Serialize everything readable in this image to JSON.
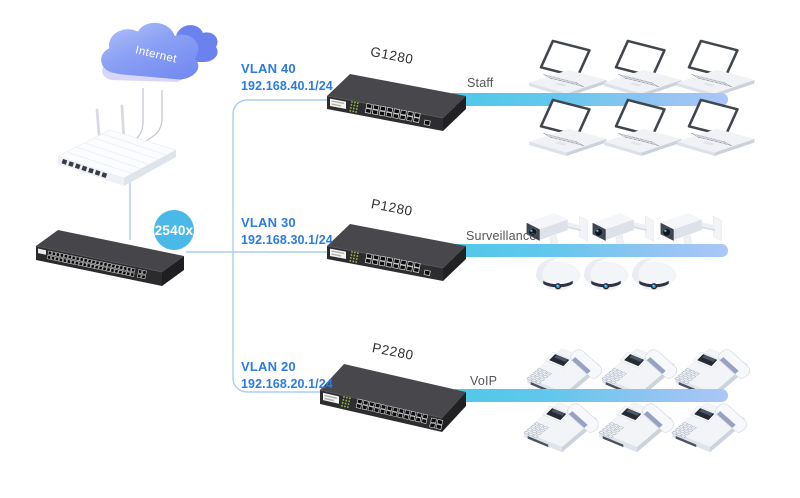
{
  "internet": {
    "label": "Internet"
  },
  "core_switch": {
    "badge": "2540x"
  },
  "branches": [
    {
      "vlan_label": "VLAN 40",
      "gateway": "192.168.40.1/24",
      "switch_model": "G1280",
      "group_label": "Staff",
      "devices": {
        "type": "laptop",
        "count": 6
      }
    },
    {
      "vlan_label": "VLAN 30",
      "gateway": "192.168.30.1/24",
      "switch_model": "P1280",
      "group_label": "Surveillance",
      "devices": {
        "type": "camera",
        "bullet_count": 3,
        "dome_count": 3
      }
    },
    {
      "vlan_label": "VLAN 20",
      "gateway": "192.168.20.1/24",
      "switch_model": "P2280",
      "group_label": "VoIP",
      "devices": {
        "type": "ip-phone",
        "count": 6
      }
    }
  ],
  "colors": {
    "vlan_text": "#2b7be3",
    "badge": "#4bb9e7",
    "band_start": "#4fc9e9",
    "band_end": "#aac6f6",
    "line_blue": "#aacdf2",
    "wire_gray": "#c6cad2"
  }
}
